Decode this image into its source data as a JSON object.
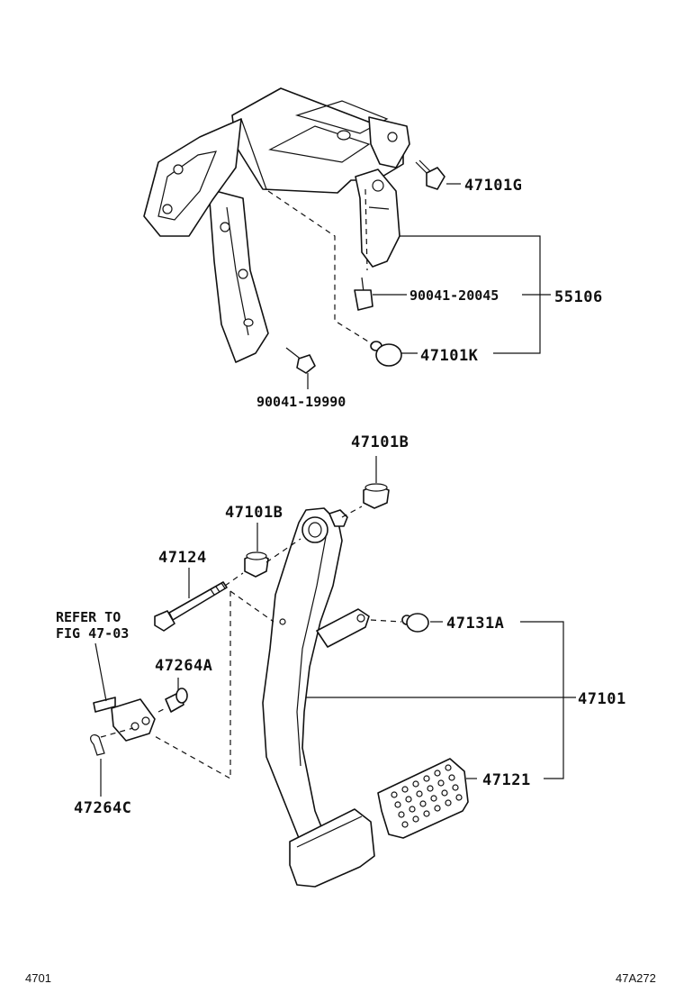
{
  "labels": {
    "l_47101G": "47101G",
    "l_90041_20045": "90041-20045",
    "l_55106": "55106",
    "l_47101K": "47101K",
    "l_90041_19990": "90041-19990",
    "l_47101B_top": "47101B",
    "l_47101B_mid": "47101B",
    "l_47124": "47124",
    "l_refer_1": "REFER TO",
    "l_refer_2": "FIG 47-03",
    "l_47264A": "47264A",
    "l_47131A": "47131A",
    "l_47101": "47101",
    "l_47121": "47121",
    "l_47264C": "47264C"
  },
  "footer": {
    "left_code": "4701",
    "right_code": "47A272"
  }
}
